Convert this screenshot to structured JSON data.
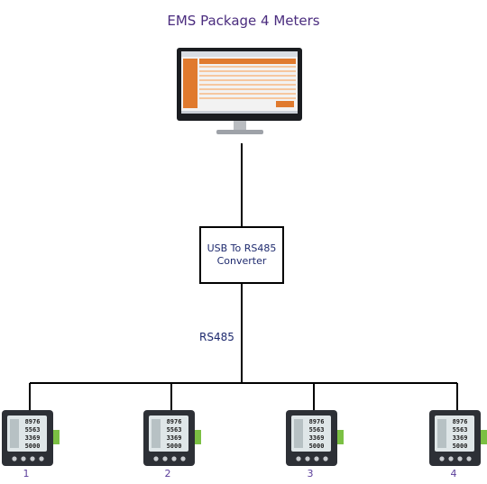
{
  "title": "EMS Package 4 Meters",
  "converter": {
    "line1": "USB To RS485",
    "line2": "Converter"
  },
  "bus_label": "RS485",
  "meters": [
    {
      "label": "1",
      "readout": [
        "8976",
        "5563",
        "3369",
        "5000"
      ]
    },
    {
      "label": "2",
      "readout": [
        "8976",
        "5563",
        "3369",
        "5000"
      ]
    },
    {
      "label": "3",
      "readout": [
        "8976",
        "5563",
        "3369",
        "5000"
      ]
    },
    {
      "label": "4",
      "readout": [
        "8976",
        "5563",
        "3369",
        "5000"
      ]
    }
  ],
  "colors": {
    "title": "#4b2d7f",
    "text": "#1e2a6e",
    "lines": "#000000",
    "monitor_bezel": "#1a1c20",
    "software_accent": "#e07a2e",
    "meter_body": "#2d3036",
    "terminal_green": "#7bc043"
  }
}
